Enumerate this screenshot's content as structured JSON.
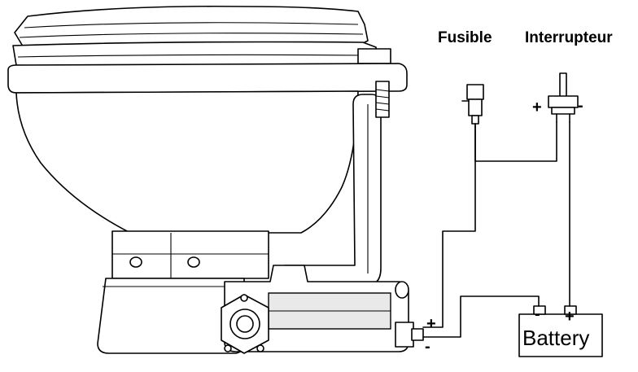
{
  "labels": {
    "fuse": "Fusible",
    "switch": "Interrupteur",
    "switch_plus": "+",
    "switch_minus": "-",
    "battery": "Battery",
    "battery_minus": "-",
    "battery_plus": "+",
    "motor_plus": "+",
    "motor_minus": "-"
  }
}
